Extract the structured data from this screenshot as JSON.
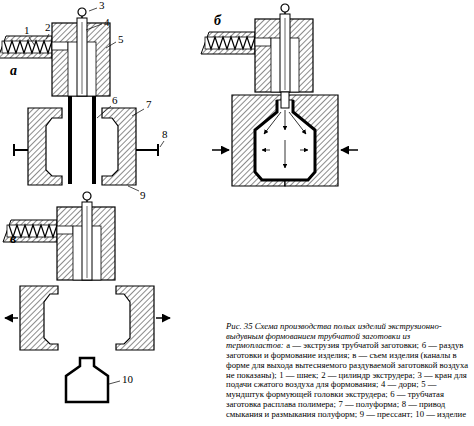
{
  "diagram": {
    "caption": "Рис. 35 Схема производства полых изделий экструзионно-выдувным формованием трубчатой заготовки из термопластов:",
    "labels": [
      "1",
      "2",
      "3",
      "4",
      "5",
      "6",
      "7",
      "8",
      "9",
      "10",
      "а",
      "б",
      "в",
      "а — экструзия трубчатой заготовки;",
      "б — раздув заготовки и формование изделия;",
      "в — съем изделия (каналы в форме для выхода вытесняемого раздуваемой заготовкой воздуха не показаны);",
      "1 — шнек;",
      "2 — цилиндр экструдера;",
      "3 — кран для подачи сжатого воздуха для формования;",
      "4 — дорн;",
      "5 — мундштук формующей головки экструдера;",
      "6 — трубчатая заготовка расплава полимера;",
      "7 — полуформа;",
      "8 — привод смыкания и размыкания полуформ;",
      "9 — прессант;",
      "10 — изделие"
    ]
  }
}
